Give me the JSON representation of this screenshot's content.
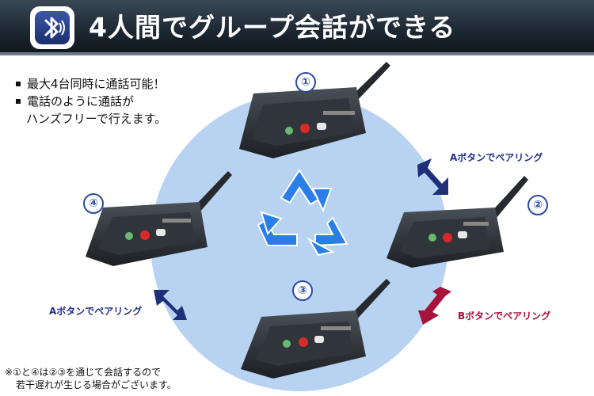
{
  "header": {
    "title": "4人間でグループ会話ができる"
  },
  "features": [
    "最大4台同時に通話可能！",
    "電話のように通話が",
    "ハンズフリーで行えます。"
  ],
  "devices": [
    {
      "number": "①"
    },
    {
      "number": "②"
    },
    {
      "number": "③"
    },
    {
      "number": "④"
    }
  ],
  "pairing": {
    "a_top": "Aボタンでペアリング",
    "a_bottom": "Aボタンでペアリング",
    "b": "Bボタンでペアリング"
  },
  "footnote": {
    "line1": "※①と④は②③を通じて会話するので",
    "line2": "若干遅れが生じる場合がございます。"
  },
  "colors": {
    "header_dark": "#1d2833",
    "circle": "#b8d2f1",
    "recycle": "#2a7ee8",
    "navy_arrow": "#1f2f7a",
    "red_arrow": "#a8123b"
  },
  "icons": [
    "bluetooth-icon",
    "recycle-icon"
  ]
}
